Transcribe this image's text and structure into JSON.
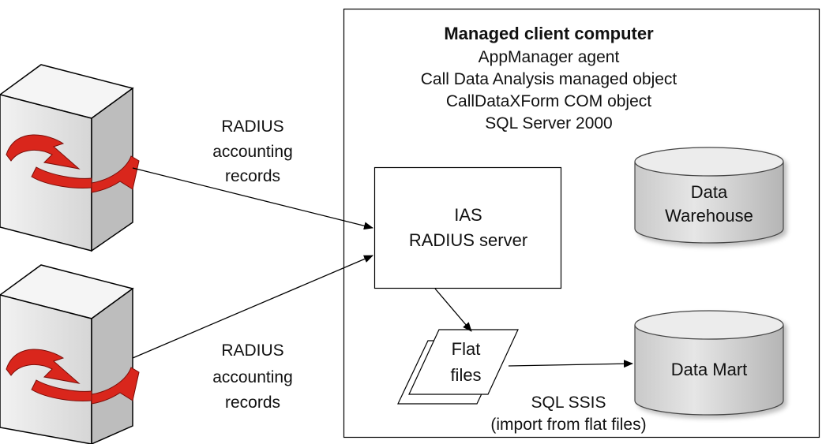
{
  "client_box": {
    "title": "Managed client computer",
    "components": [
      "AppManager agent",
      "Call Data Analysis managed object",
      "CallDataXForm COM object",
      "SQL Server 2000"
    ]
  },
  "ias_server": {
    "line1": "IAS",
    "line2": "RADIUS server"
  },
  "flat_files": {
    "line1": "Flat",
    "line2": "files"
  },
  "data_warehouse": {
    "line1": "Data",
    "line2": "Warehouse"
  },
  "data_mart": {
    "label": "Data Mart"
  },
  "ssis": {
    "line1": "SQL SSIS",
    "line2": "(import from flat files)"
  },
  "accounting_label_top": [
    "RADIUS",
    "accounting",
    "records"
  ],
  "accounting_label_bottom": [
    "RADIUS",
    "accounting",
    "records"
  ],
  "icons": {
    "radius_servers": "server-tower-icon",
    "databases": "database-cylinder-icon",
    "files": "file-stack-icon"
  },
  "colors": {
    "server_ribbon": "#d9261c",
    "server_body": "#e4e4e4",
    "database_body": "#d8d8d8",
    "line": "#000000"
  }
}
